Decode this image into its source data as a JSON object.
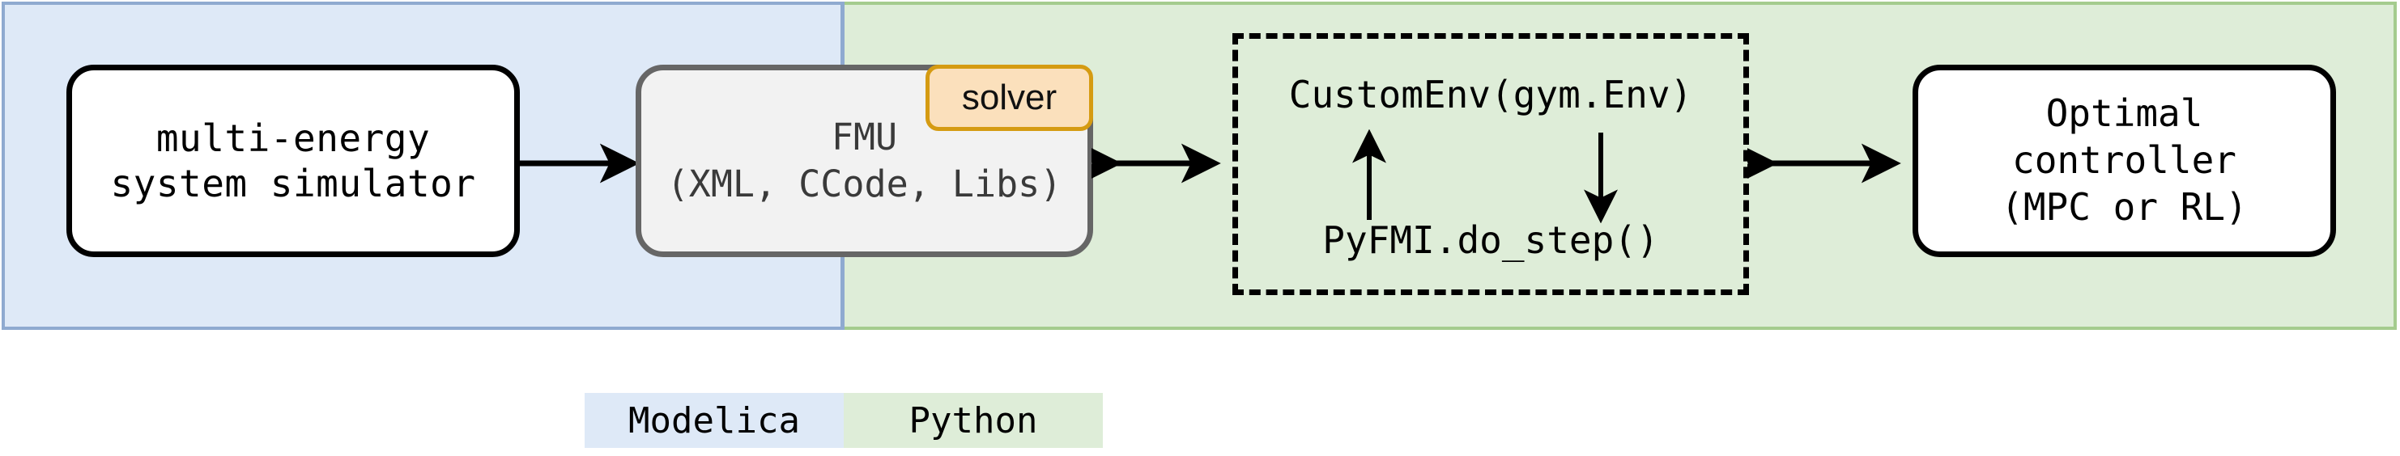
{
  "diagram": {
    "panels": [
      {
        "name": "Modelica",
        "fill": "#dee9f7",
        "stroke": "#8faad0"
      },
      {
        "name": "Python",
        "fill": "#deedd8",
        "stroke": "#a4cc8e"
      }
    ],
    "nodes": {
      "simulator": {
        "line_1": "multi-energy",
        "line_2": "system simulator"
      },
      "fmu": {
        "line_1": "FMU",
        "line_2": "(XML, CCode, Libs)",
        "badge": "solver",
        "badge_fill": "#fbe0bc",
        "badge_stroke": "#d59b12"
      },
      "env": {
        "top_label": "CustomEnv(gym.Env)",
        "bottom_label": "PyFMI.do_step()"
      },
      "controller": {
        "line_1": "Optimal",
        "line_2": "controller",
        "line_3": "(MPC or RL)"
      }
    },
    "connectors": [
      {
        "id": "sim-to-fmu",
        "kind": "single-arrow-right"
      },
      {
        "id": "fmu-to-env",
        "kind": "double-arrow"
      },
      {
        "id": "env-to-controller",
        "kind": "double-arrow"
      }
    ],
    "legend": {
      "items": [
        {
          "label": "Modelica",
          "color": "#dee9f7"
        },
        {
          "label": "Python",
          "color": "#deedd8"
        }
      ]
    }
  }
}
